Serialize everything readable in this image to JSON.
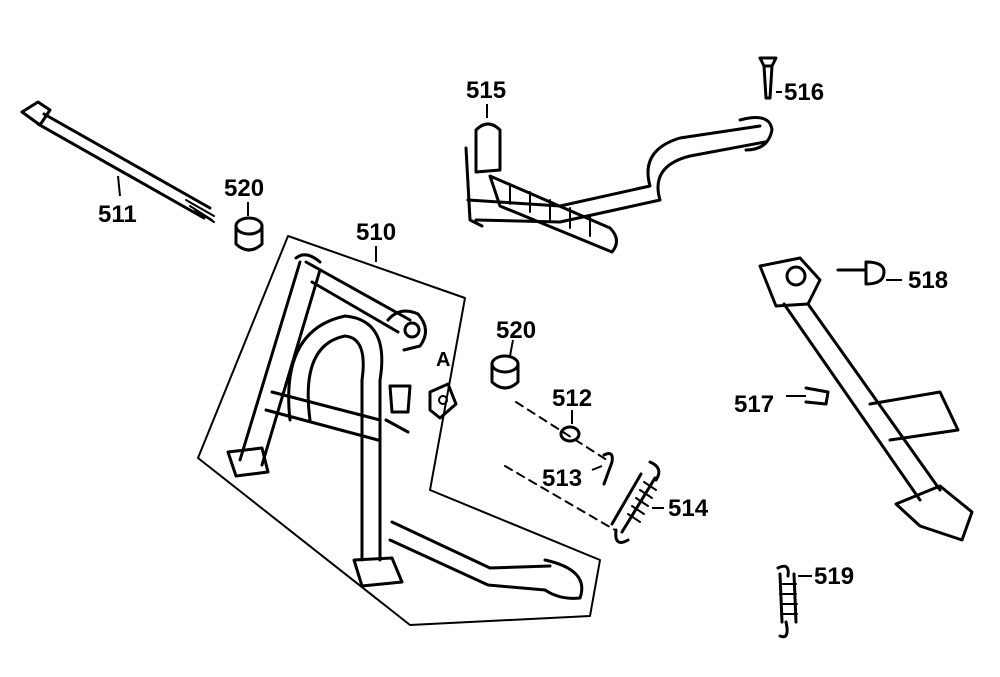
{
  "diagram": {
    "labels": {
      "p510": "510",
      "p511": "511",
      "p512": "512",
      "p513": "513",
      "p514": "514",
      "p515": "515",
      "p516": "516",
      "p517": "517",
      "p518": "518",
      "p519": "519",
      "p520a": "520",
      "p520b": "520",
      "detailA": "A"
    }
  }
}
